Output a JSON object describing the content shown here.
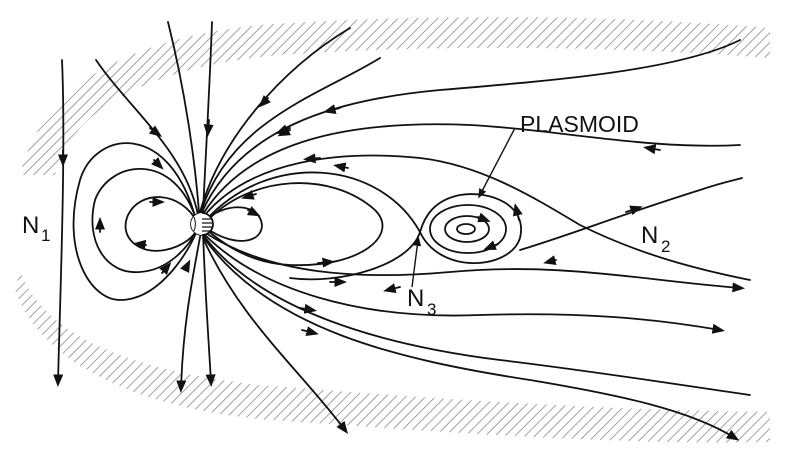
{
  "labels": {
    "plasmoid": "PLASMOID",
    "n1_main": "N",
    "n1_sub": "1",
    "n2_main": "N",
    "n2_sub": "2",
    "n3_main": "N",
    "n3_sub": "3"
  },
  "colors": {
    "ink": "#111111",
    "hatch": "#888888",
    "background": "#ffffff"
  }
}
